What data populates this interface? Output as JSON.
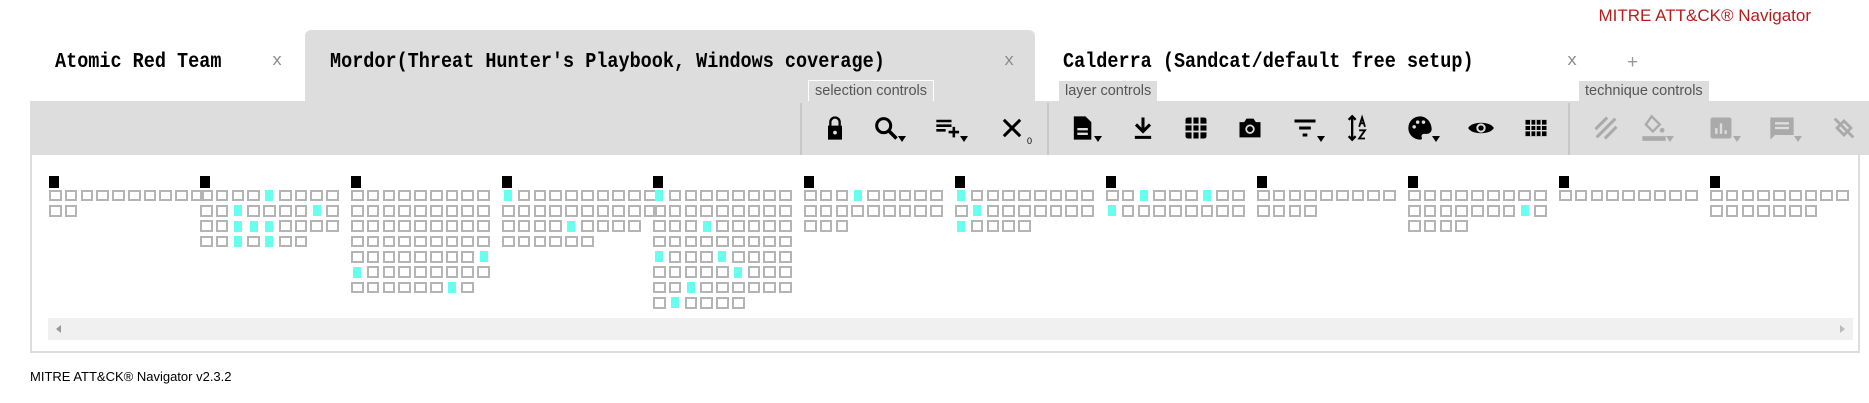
{
  "app_title": "MITRE ATT&CK® Navigator",
  "tabs": [
    {
      "label": "Atomic Red Team",
      "close": "x",
      "active": false
    },
    {
      "label": "Mordor(Threat Hunter's Playbook, Windows coverage)",
      "close": "x",
      "active": true
    },
    {
      "label": "Calderra (Sandcat/default free setup)",
      "close": "x",
      "active": false
    }
  ],
  "add_tab": "+",
  "toolbar": {
    "selection_controls_label": "selection controls",
    "layer_controls_label": "layer controls",
    "technique_controls_label": "technique controls",
    "selected_count": "0",
    "selection_icons": [
      "lock-icon",
      "search-icon",
      "playlist-add-icon",
      "deselect-icon"
    ],
    "layer_icons": [
      "layer-info-icon",
      "download-icon",
      "export-excel-icon",
      "render-svg-icon",
      "filter-icon",
      "sort-icon",
      "color-setup-icon",
      "show-hide-disabled-icon",
      "matrix-layout-icon"
    ],
    "technique_icons": [
      "toggle-state-icon",
      "background-color-icon",
      "scoring-icon",
      "comment-icon",
      "clear-annotations-icon"
    ]
  },
  "colors": {
    "highlight": "#66fff0",
    "cell_border": "#b4b4b4",
    "title": "#b71c1c"
  },
  "matrix": {
    "columns": [
      {
        "rows": [
          "oooooooooo",
          "oo"
        ]
      },
      {
        "rows": [
          "oooocoooo",
          "oocooooco",
          "oocccoooo",
          "oococoo"
        ]
      },
      {
        "rows": [
          "ooooooooo",
          "ooooooooo",
          "ooooooooo",
          "ooooooooo",
          "ooooooooc",
          "coooooooo",
          "ooooooco"
        ]
      },
      {
        "rows": [
          "cooooooooo",
          "oooooooooo",
          "oooocoooo",
          "oooooo"
        ]
      },
      {
        "rows": [
          "coooooooo",
          "ooooooooo",
          "ooocooooo",
          "ooooooooo",
          "cooocoooo",
          "ooooocooo",
          "oocoooooo",
          "ocoooo"
        ]
      },
      {
        "rows": [
          "ooocooooo",
          "ooooooooo",
          "ooo"
        ]
      },
      {
        "rows": [
          "coooooooo",
          "ocooooooo",
          "coooo"
        ]
      },
      {
        "rows": [
          "oocooocoo",
          "coooooooo"
        ]
      },
      {
        "rows": [
          "ooooooooo",
          "oooo"
        ]
      },
      {
        "rows": [
          "ooooooooo",
          "oooooooco",
          "oooo"
        ]
      },
      {
        "rows": [
          "ooooooooo"
        ]
      },
      {
        "rows": [
          "ooooooooo",
          "ooooooo"
        ]
      }
    ]
  },
  "footer": "MITRE ATT&CK® Navigator v2.3.2"
}
